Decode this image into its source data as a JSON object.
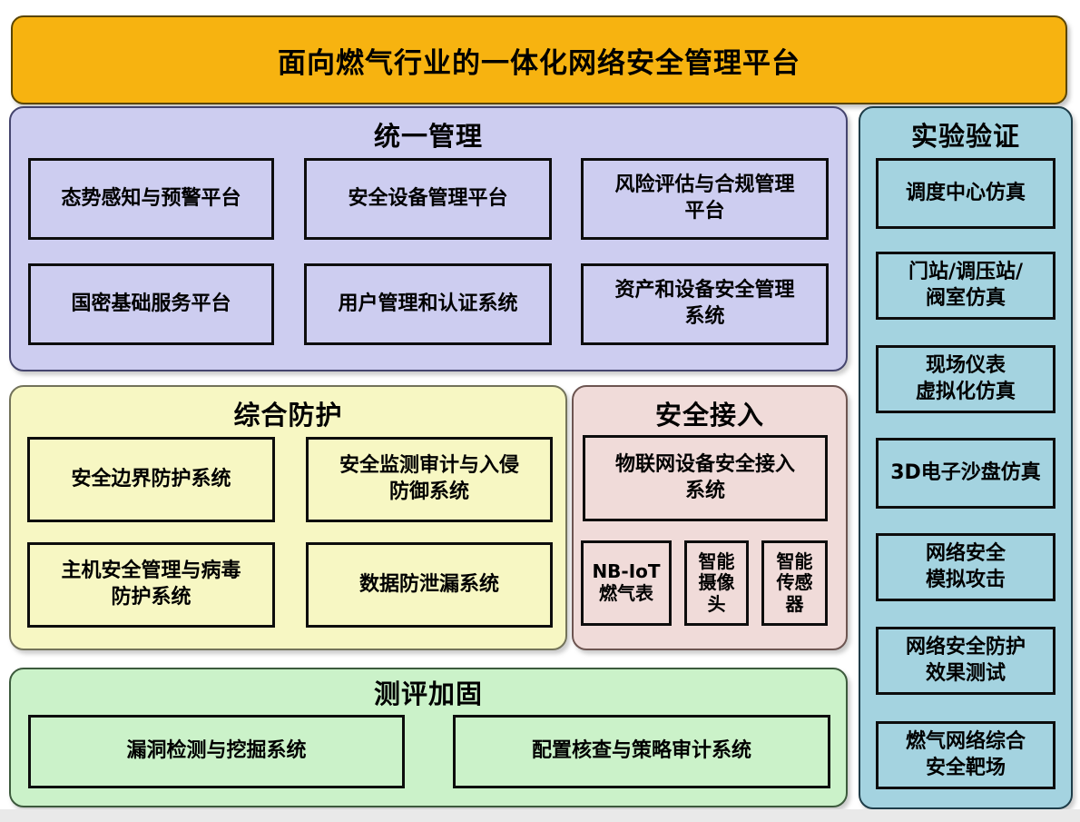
{
  "banner": {
    "title": "面向燃气行业的一体化网络安全管理平台"
  },
  "unified_management": {
    "header": "统一管理",
    "boxes": [
      "态势感知与预警平台",
      "安全设备管理平台",
      "风险评估与合规管理\n平台",
      "国密基础服务平台",
      "用户管理和认证系统",
      "资产和设备安全管理\n系统"
    ]
  },
  "comprehensive_protection": {
    "header": "综合防护",
    "boxes": [
      "安全边界防护系统",
      "安全监测审计与入侵\n防御系统",
      "主机安全管理与病毒\n防护系统",
      "数据防泄漏系统"
    ]
  },
  "secure_access": {
    "header": "安全接入",
    "main_box": "物联网设备安全接入\n系统",
    "device_boxes": [
      "NB-IoT\n燃气表",
      "智能\n摄像\n头",
      "智能\n传感\n器"
    ]
  },
  "evaluation_hardening": {
    "header": "测评加固",
    "boxes": [
      "漏洞检测与挖掘系统",
      "配置核查与策略审计系统"
    ]
  },
  "experimental_verification": {
    "header": "实验验证",
    "boxes": [
      "调度中心仿真",
      "门站/调压站/\n阀室仿真",
      "现场仪表\n虚拟化仿真",
      "3D电子沙盘仿真",
      "网络安全\n模拟攻击",
      "网络安全防护\n效果测试",
      "燃气网络综合\n安全靶场"
    ]
  },
  "colors": {
    "banner_bg": "#F7B310",
    "unified_bg": "#CDCDF0",
    "protection_bg": "#F7F7C3",
    "access_bg": "#F0DBD9",
    "evaluation_bg": "#CBF2C9",
    "verification_bg": "#A4D3E0",
    "box_border": "#0D0D0D",
    "text": "#000000"
  }
}
